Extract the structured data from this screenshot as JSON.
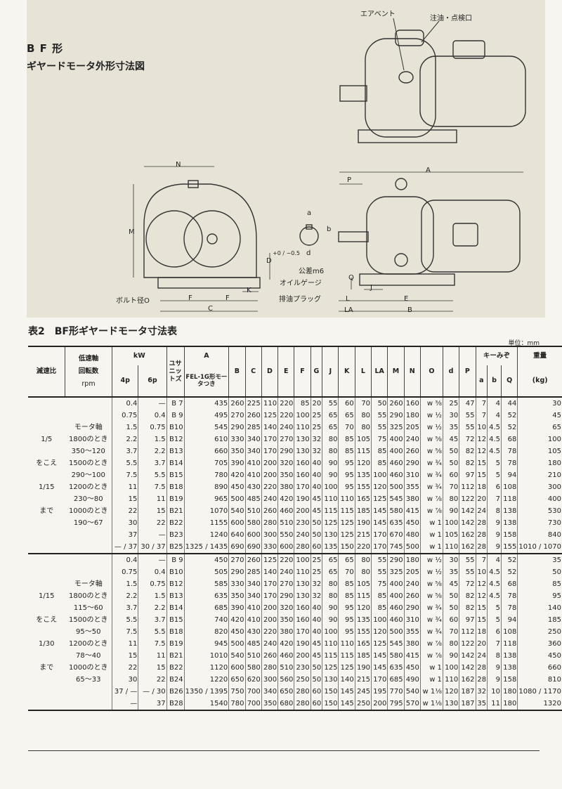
{
  "figure": {
    "title_line1": "B F 形",
    "title_line2": "ギヤードモータ外形寸法図",
    "labels": {
      "air_vent": "エアベント",
      "oil_inlet": "注油・点検口",
      "N": "N",
      "M": "M",
      "A": "A",
      "P": "P",
      "a": "a",
      "b": "b",
      "d": "d",
      "D": "D",
      "tol": "+0 / −0.5",
      "tol_m6": "公差m6",
      "oil_gauge": "オイルゲージ",
      "bolt": "ボルト径O",
      "drain": "排油プラッグ",
      "F1": "F",
      "F2": "F",
      "K": "K",
      "C": "C",
      "Q": "Q",
      "J": "J",
      "E": "E",
      "L": "L",
      "LA": "LA",
      "B": "B"
    }
  },
  "table": {
    "caption_no": "表2",
    "caption": "BF形ギヤードモータ寸法表",
    "unit": "単位：mm",
    "headers": {
      "ratio": "減速比",
      "speed1": "低速軸",
      "speed2": "回転数",
      "speed3": "rpm",
      "kw": "kW",
      "p4": "4p",
      "p6": "6p",
      "unit_code": "ユサニットズ",
      "A": "A",
      "A_sub": "FEL-1G形モータつき",
      "cols": [
        "B",
        "C",
        "D",
        "E",
        "F",
        "G",
        "J",
        "K",
        "L",
        "LA",
        "M",
        "N",
        "O",
        "d",
        "P"
      ],
      "key": "キーみぞ",
      "a": "a",
      "b": "b",
      "Q": "Q",
      "weight": "重量",
      "weight_unit": "(kg)"
    },
    "group1": {
      "ratio": [
        "1/5",
        "をこえ",
        "1/15",
        "まで"
      ],
      "rows": [
        {
          "spd": "",
          "p4": "0.4",
          "p6": "—",
          "u": "B 7",
          "A": "435",
          "v": [
            "260",
            "225",
            "110",
            "220",
            "85",
            "20",
            "55",
            "60",
            "70",
            "50",
            "260",
            "160",
            "w ⅜",
            "25",
            "47",
            "7",
            "4",
            "44",
            "30"
          ]
        },
        {
          "spd": "",
          "p4": "0.75",
          "p6": "0.4",
          "u": "B 9",
          "A": "495",
          "v": [
            "270",
            "260",
            "125",
            "220",
            "100",
            "25",
            "65",
            "65",
            "80",
            "55",
            "290",
            "180",
            "w ½",
            "30",
            "55",
            "7",
            "4",
            "52",
            "45"
          ]
        },
        {
          "spd": "モータ軸",
          "p4": "1.5",
          "p6": "0.75",
          "u": "B10",
          "A": "545",
          "v": [
            "290",
            "285",
            "140",
            "240",
            "110",
            "25",
            "65",
            "70",
            "80",
            "55",
            "325",
            "205",
            "w ½",
            "35",
            "55",
            "10",
            "4.5",
            "52",
            "65"
          ]
        },
        {
          "spd": "1800のとき",
          "p4": "2.2",
          "p6": "1.5",
          "u": "B12",
          "A": "610",
          "v": [
            "330",
            "340",
            "170",
            "270",
            "130",
            "32",
            "80",
            "85",
            "105",
            "75",
            "400",
            "240",
            "w ⅝",
            "45",
            "72",
            "12",
            "4.5",
            "68",
            "100"
          ]
        },
        {
          "spd": "350〜120",
          "p4": "3.7",
          "p6": "2.2",
          "u": "B13",
          "A": "660",
          "v": [
            "350",
            "340",
            "170",
            "290",
            "130",
            "32",
            "80",
            "85",
            "115",
            "85",
            "400",
            "260",
            "w ⅝",
            "50",
            "82",
            "12",
            "4.5",
            "78",
            "105"
          ]
        },
        {
          "spd": "1500のとき",
          "p4": "5.5",
          "p6": "3.7",
          "u": "B14",
          "A": "705",
          "v": [
            "390",
            "410",
            "200",
            "320",
            "160",
            "40",
            "90",
            "95",
            "120",
            "85",
            "460",
            "290",
            "w ¾",
            "50",
            "82",
            "15",
            "5",
            "78",
            "180"
          ]
        },
        {
          "spd": "290〜100",
          "p4": "7.5",
          "p6": "5.5",
          "u": "B15",
          "A": "780",
          "v": [
            "420",
            "410",
            "200",
            "350",
            "160",
            "40",
            "90",
            "95",
            "135",
            "100",
            "460",
            "310",
            "w ¾",
            "60",
            "97",
            "15",
            "5",
            "94",
            "210"
          ]
        },
        {
          "spd": "1200のとき",
          "p4": "11",
          "p6": "7.5",
          "u": "B18",
          "A": "890",
          "v": [
            "450",
            "430",
            "220",
            "380",
            "170",
            "40",
            "100",
            "95",
            "155",
            "120",
            "500",
            "355",
            "w ¾",
            "70",
            "112",
            "18",
            "6",
            "108",
            "300"
          ]
        },
        {
          "spd": "230〜80",
          "p4": "15",
          "p6": "11",
          "u": "B19",
          "A": "965",
          "v": [
            "500",
            "485",
            "240",
            "420",
            "190",
            "45",
            "110",
            "110",
            "165",
            "125",
            "545",
            "380",
            "w ⅞",
            "80",
            "122",
            "20",
            "7",
            "118",
            "400"
          ]
        },
        {
          "spd": "1000のとき",
          "p4": "22",
          "p6": "15",
          "u": "B21",
          "A": "1070",
          "v": [
            "540",
            "510",
            "260",
            "460",
            "200",
            "45",
            "115",
            "115",
            "185",
            "145",
            "580",
            "415",
            "w ⅞",
            "90",
            "142",
            "24",
            "8",
            "138",
            "530"
          ]
        },
        {
          "spd": "190〜67",
          "p4": "30",
          "p6": "22",
          "u": "B22",
          "A": "1155",
          "v": [
            "600",
            "580",
            "280",
            "510",
            "230",
            "50",
            "125",
            "125",
            "190",
            "145",
            "635",
            "450",
            "w 1",
            "100",
            "142",
            "28",
            "9",
            "138",
            "730"
          ]
        },
        {
          "spd": "",
          "p4": "37",
          "p6": "—",
          "u": "B23",
          "A": "1240",
          "v": [
            "640",
            "600",
            "300",
            "550",
            "240",
            "50",
            "130",
            "125",
            "215",
            "170",
            "670",
            "480",
            "w 1",
            "105",
            "162",
            "28",
            "9",
            "158",
            "840"
          ]
        },
        {
          "spd": "",
          "p4": "— / 37",
          "p6": "30 / 37",
          "u": "B25",
          "A": "1325 / 1435",
          "v": [
            "690",
            "690",
            "330",
            "600",
            "280",
            "60",
            "135",
            "150",
            "220",
            "170",
            "745",
            "500",
            "w 1",
            "110",
            "162",
            "28",
            "9",
            "155",
            "1010 / 1070"
          ]
        }
      ]
    },
    "group2": {
      "ratio": [
        "1/15",
        "をこえ",
        "1/30",
        "まで"
      ],
      "rows": [
        {
          "spd": "",
          "p4": "0.4",
          "p6": "—",
          "u": "B 9",
          "A": "450",
          "v": [
            "270",
            "260",
            "125",
            "220",
            "100",
            "25",
            "65",
            "65",
            "80",
            "55",
            "290",
            "180",
            "w ½",
            "30",
            "55",
            "7",
            "4",
            "52",
            "35"
          ]
        },
        {
          "spd": "",
          "p4": "0.75",
          "p6": "0.4",
          "u": "B10",
          "A": "505",
          "v": [
            "290",
            "285",
            "140",
            "240",
            "110",
            "25",
            "65",
            "70",
            "80",
            "55",
            "325",
            "205",
            "w ½",
            "35",
            "55",
            "10",
            "4.5",
            "52",
            "50"
          ]
        },
        {
          "spd": "モータ軸",
          "p4": "1.5",
          "p6": "0.75",
          "u": "B12",
          "A": "585",
          "v": [
            "330",
            "340",
            "170",
            "270",
            "130",
            "32",
            "80",
            "85",
            "105",
            "75",
            "400",
            "240",
            "w ⅝",
            "45",
            "72",
            "12",
            "4.5",
            "68",
            "85"
          ]
        },
        {
          "spd": "1800のとき",
          "p4": "2.2",
          "p6": "1.5",
          "u": "B13",
          "A": "635",
          "v": [
            "350",
            "340",
            "170",
            "290",
            "130",
            "32",
            "80",
            "85",
            "115",
            "85",
            "400",
            "260",
            "w ⅝",
            "50",
            "82",
            "12",
            "4.5",
            "78",
            "95"
          ]
        },
        {
          "spd": "115〜60",
          "p4": "3.7",
          "p6": "2.2",
          "u": "B14",
          "A": "685",
          "v": [
            "390",
            "410",
            "200",
            "320",
            "160",
            "40",
            "90",
            "95",
            "120",
            "85",
            "460",
            "290",
            "w ¾",
            "50",
            "82",
            "15",
            "5",
            "78",
            "140"
          ]
        },
        {
          "spd": "1500のとき",
          "p4": "5.5",
          "p6": "3.7",
          "u": "B15",
          "A": "740",
          "v": [
            "420",
            "410",
            "200",
            "350",
            "160",
            "40",
            "90",
            "95",
            "135",
            "100",
            "460",
            "310",
            "w ¾",
            "60",
            "97",
            "15",
            "5",
            "94",
            "185"
          ]
        },
        {
          "spd": "95〜50",
          "p4": "7.5",
          "p6": "5.5",
          "u": "B18",
          "A": "820",
          "v": [
            "450",
            "430",
            "220",
            "380",
            "170",
            "40",
            "100",
            "95",
            "155",
            "120",
            "500",
            "355",
            "w ¾",
            "70",
            "112",
            "18",
            "6",
            "108",
            "250"
          ]
        },
        {
          "spd": "1200のとき",
          "p4": "11",
          "p6": "7.5",
          "u": "B19",
          "A": "945",
          "v": [
            "500",
            "485",
            "240",
            "420",
            "190",
            "45",
            "110",
            "110",
            "165",
            "125",
            "545",
            "380",
            "w ⅞",
            "80",
            "122",
            "20",
            "7",
            "118",
            "360"
          ]
        },
        {
          "spd": "78〜40",
          "p4": "15",
          "p6": "11",
          "u": "B21",
          "A": "1010",
          "v": [
            "540",
            "510",
            "260",
            "460",
            "200",
            "45",
            "115",
            "115",
            "185",
            "145",
            "580",
            "415",
            "w ⅞",
            "90",
            "142",
            "24",
            "8",
            "138",
            "450"
          ]
        },
        {
          "spd": "1000のとき",
          "p4": "22",
          "p6": "15",
          "u": "B22",
          "A": "1120",
          "v": [
            "600",
            "580",
            "280",
            "510",
            "230",
            "50",
            "125",
            "125",
            "190",
            "145",
            "635",
            "450",
            "w 1",
            "100",
            "142",
            "28",
            "9",
            "138",
            "660"
          ]
        },
        {
          "spd": "65〜33",
          "p4": "30",
          "p6": "22",
          "u": "B24",
          "A": "1220",
          "v": [
            "650",
            "620",
            "300",
            "560",
            "250",
            "50",
            "130",
            "140",
            "215",
            "170",
            "685",
            "490",
            "w 1",
            "110",
            "162",
            "28",
            "9",
            "158",
            "810"
          ]
        },
        {
          "spd": "",
          "p4": "37 / —",
          "p6": "— / 30",
          "u": "B26",
          "A": "1350 / 1395",
          "v": [
            "750",
            "700",
            "340",
            "650",
            "280",
            "60",
            "150",
            "145",
            "245",
            "195",
            "770",
            "540",
            "w 1⅛",
            "120",
            "187",
            "32",
            "10",
            "180",
            "1080 / 1170"
          ]
        },
        {
          "spd": "",
          "p4": "—",
          "p6": "37",
          "u": "B28",
          "A": "1540",
          "v": [
            "780",
            "700",
            "350",
            "680",
            "280",
            "60",
            "150",
            "145",
            "250",
            "200",
            "795",
            "570",
            "w 1⅛",
            "130",
            "187",
            "35",
            "11",
            "180",
            "1320"
          ]
        }
      ]
    }
  }
}
